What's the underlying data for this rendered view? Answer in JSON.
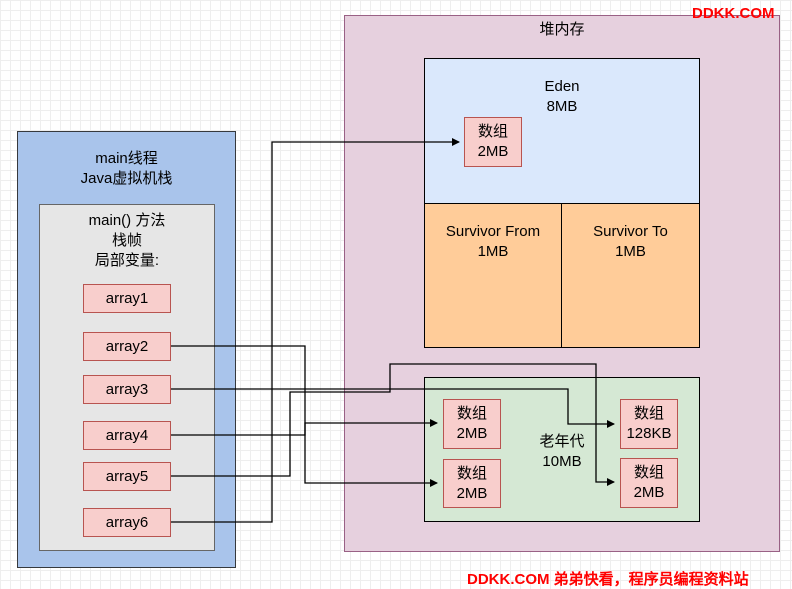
{
  "watermark_top": "DDKK.COM",
  "watermark_bottom": "DDKK.COM 弟弟快看，程序员编程资料站",
  "heap": {
    "title": "堆内存",
    "eden": {
      "title": "Eden",
      "size": "8MB",
      "array": {
        "label": "数组",
        "size": "2MB"
      }
    },
    "survivor_from": {
      "title": "Survivor From",
      "size": "1MB"
    },
    "survivor_to": {
      "title": "Survivor To",
      "size": "1MB"
    },
    "old_gen": {
      "title": "老年代",
      "size": "10MB",
      "arrays": [
        {
          "label": "数组",
          "size": "2MB"
        },
        {
          "label": "数组",
          "size": "2MB"
        },
        {
          "label": "数组",
          "size": "128KB"
        },
        {
          "label": "数组",
          "size": "2MB"
        }
      ]
    }
  },
  "stack": {
    "thread_title": "main线程",
    "stack_title": "Java虚拟机栈",
    "frame": {
      "method": "main() 方法",
      "frame_label": "栈帧",
      "locals_label": "局部变量:",
      "vars": [
        "array1",
        "array2",
        "array3",
        "array4",
        "array5",
        "array6"
      ]
    }
  },
  "colors": {
    "heap_fill": "#e6d0de",
    "heap_border": "#996185",
    "eden_fill": "#dae8fc",
    "eden_border": "#6c8ebf",
    "survivor_fill": "#ffcc99",
    "survivor_border": "#36393d",
    "old_fill": "#d5e8d4",
    "old_border": "#82b366",
    "stack_fill": "#a9c4eb",
    "stack_border": "#36393d",
    "frame_fill": "#e6e6e6",
    "frame_border": "#666666",
    "array_fill": "#f8cecc",
    "array_border": "#b85450",
    "watermark": "#ff0000"
  }
}
